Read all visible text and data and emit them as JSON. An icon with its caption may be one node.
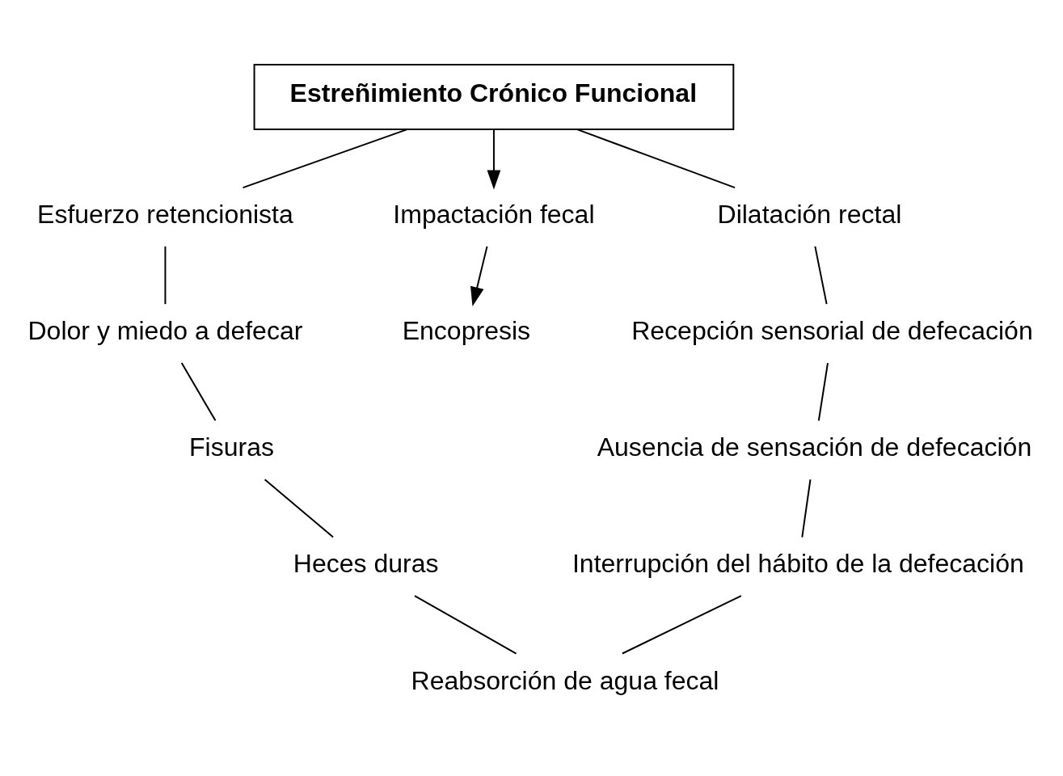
{
  "diagram": {
    "nodes": [
      {
        "text": [
          "Estreñimiento Crónico Funcional"
        ]
      },
      {
        "text": [
          "Esfuerzo retencionista"
        ]
      },
      {
        "text": [
          "Impactación fecal"
        ]
      },
      {
        "text": [
          "Dilatación rectal"
        ]
      },
      {
        "text": [
          "Dolor y miedo a defecar"
        ]
      },
      {
        "text": [
          "Encopresis"
        ]
      },
      {
        "text": [
          "Recepción sensorial de defecación"
        ]
      },
      {
        "text": [
          "Fisuras"
        ]
      },
      {
        "text": [
          "Ausencia de sensación de defecación"
        ]
      },
      {
        "text": [
          "Heces duras"
        ]
      },
      {
        "text": [
          "Interrupción del hábito de la defecación"
        ]
      },
      {
        "text": [
          "Reabsorción de agua fecal"
        ]
      }
    ],
    "edges": [
      {
        "from": 0,
        "to": 2,
        "arrow": "to"
      },
      {
        "from": 2,
        "to": 5,
        "arrow": "to"
      },
      {
        "from": 0,
        "to": 3,
        "arrow": "none"
      },
      {
        "from": 3,
        "to": 6,
        "arrow": "none"
      },
      {
        "from": 6,
        "to": 8,
        "arrow": "none"
      },
      {
        "from": 8,
        "to": 10,
        "arrow": "none"
      },
      {
        "from": 10,
        "to": 11,
        "arrow": "none"
      },
      {
        "from": 9,
        "to": 11,
        "arrow": "none"
      },
      {
        "from": 7,
        "to": 9,
        "arrow": "none"
      },
      {
        "from": 4,
        "to": 7,
        "arrow": "none"
      },
      {
        "from": 1,
        "to": 4,
        "arrow": "none"
      },
      {
        "from": 0,
        "to": 1,
        "arrow": "none"
      }
    ]
  }
}
